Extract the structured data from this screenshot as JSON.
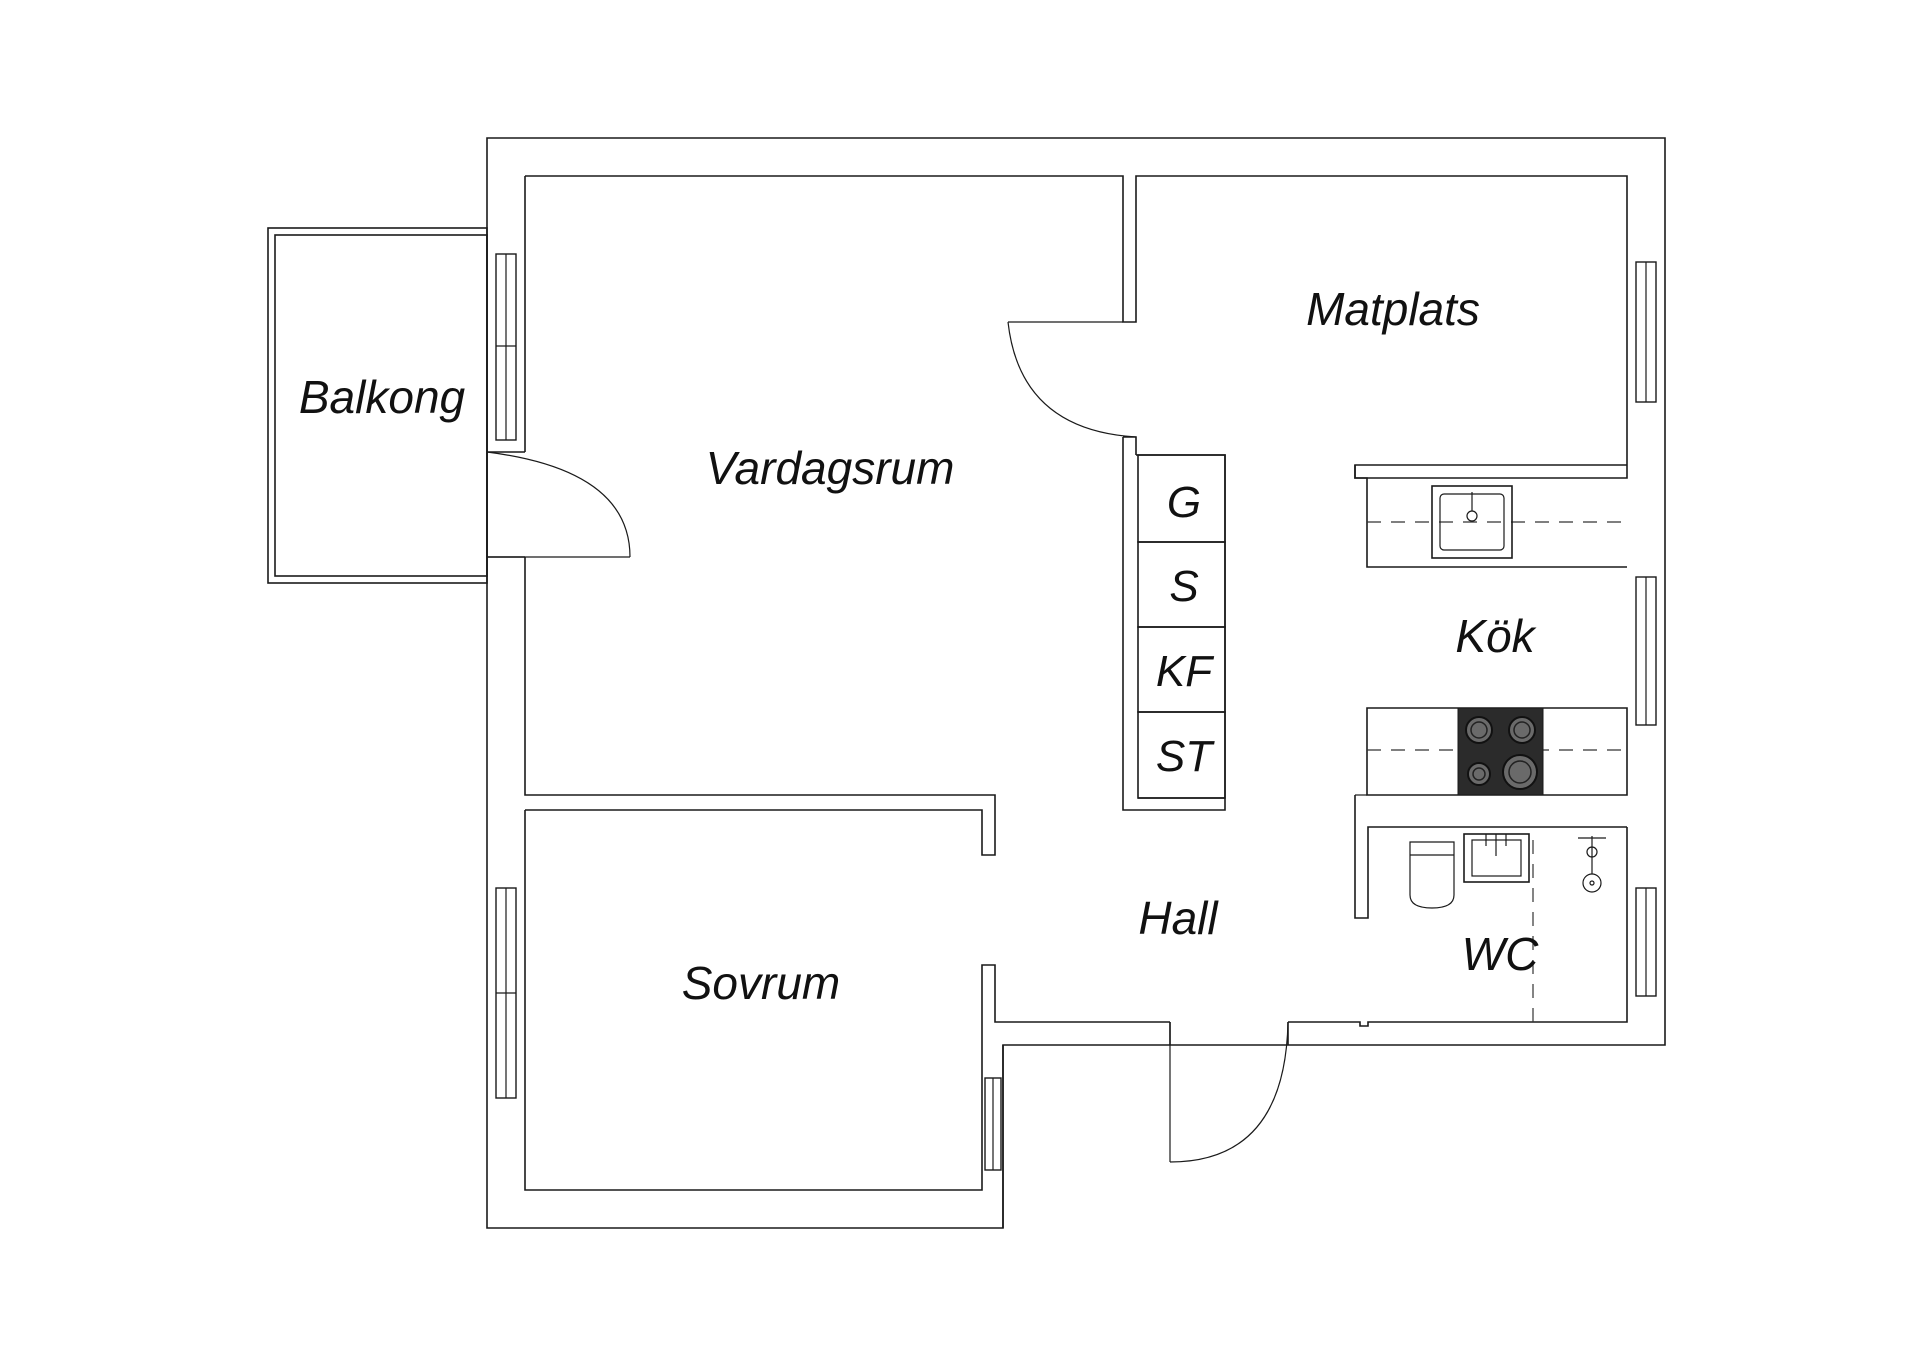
{
  "rooms": {
    "balkong": "Balkong",
    "vardagsrum": "Vardagsrum",
    "matplats": "Matplats",
    "kok": "Kök",
    "hall": "Hall",
    "sovrum": "Sovrum",
    "wc": "WC"
  },
  "closets": {
    "g": "G",
    "s": "S",
    "kf": "KF",
    "st": "ST"
  },
  "colors": {
    "line": "#1a1a1a",
    "stove": "#2b2b2b",
    "burner": "#6a6a6a"
  }
}
